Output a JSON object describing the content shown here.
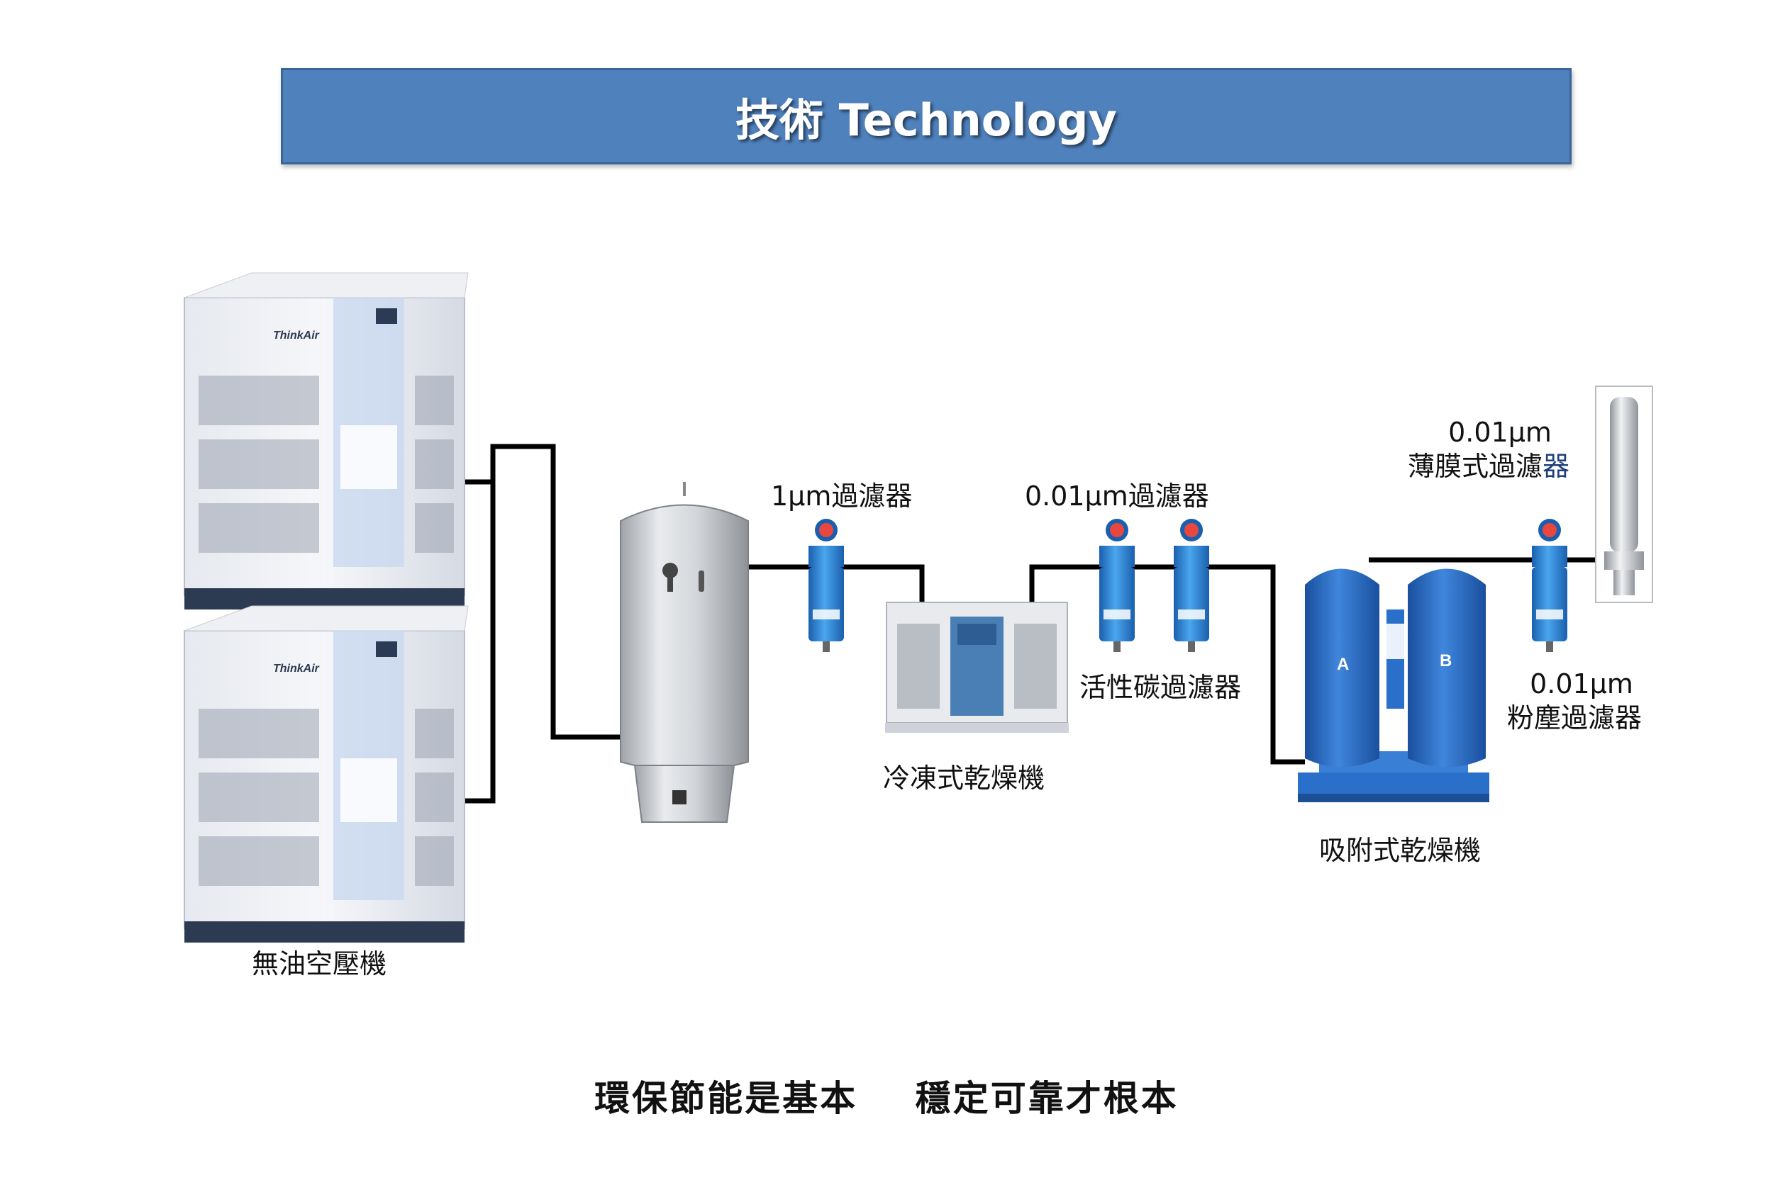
{
  "header": {
    "title": "技術 Technology"
  },
  "equipment": {
    "compressor_brand": "ThinkAir",
    "compressor": "無油空壓機",
    "filter_1um": "1μm過濾器",
    "filter_001um": "0.01μm過濾器",
    "refrigerated_dryer": "冷凍式乾燥機",
    "activated_carbon_filter": "活性碳過濾器",
    "adsorption_dryer": "吸附式乾燥機",
    "dryer_tower_a": "A",
    "dryer_tower_b": "B",
    "membrane_filter_size": "0.01μm",
    "membrane_filter_name_part1": "薄膜式過濾",
    "membrane_filter_name_part2": "器",
    "dust_filter_size": "0.01μm",
    "dust_filter_name": "粉塵過濾器"
  },
  "footer": {
    "slogan": "環保節能是基本    穩定可靠才根本"
  },
  "colors": {
    "title_bar": "#4f81bd",
    "filter_blue": "#2f86d6",
    "dryer_blue": "#2a6fc9",
    "pipe": "#000000"
  }
}
